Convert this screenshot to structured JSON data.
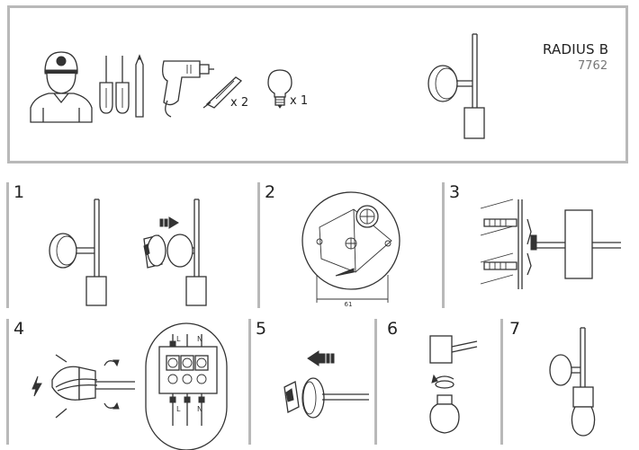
{
  "header": {
    "product_name": "RADIUS B",
    "product_code": "7762",
    "tools": {
      "installer_icon": "technician-icon",
      "screwdrivers_icon": "screwdrivers-icon",
      "drill_icon": "drill-icon",
      "wall_plug_icon": "wall-plug-icon",
      "wall_plug_qty": "x 2",
      "bulb_icon": "bulb-icon",
      "bulb_qty": "x 1"
    }
  },
  "steps": [
    {
      "number": "1"
    },
    {
      "number": "2",
      "dimension_label": "61"
    },
    {
      "number": "3"
    },
    {
      "number": "4",
      "terminal_labels": [
        "L",
        "N",
        "L",
        "N"
      ]
    },
    {
      "number": "5"
    },
    {
      "number": "6"
    },
    {
      "number": "7"
    }
  ],
  "colors": {
    "frame": "#b9b9b9",
    "line": "#333333",
    "code_text": "#777777"
  }
}
